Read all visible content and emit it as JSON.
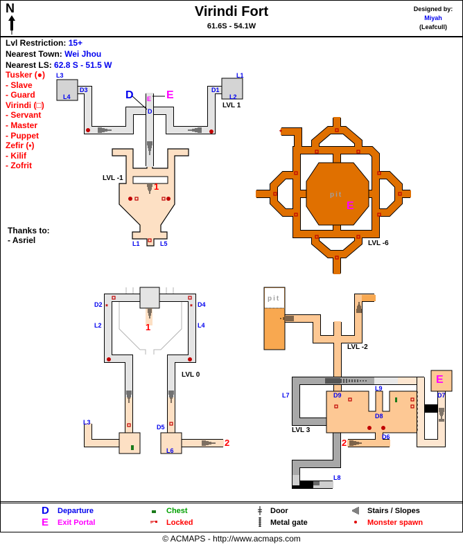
{
  "header": {
    "north": "N",
    "title": "Virindi Fort",
    "coords": "61.6S - 54.1W",
    "designed_by_label": "Designed by:",
    "designer": "Miyah",
    "designer_alias": "(Leafcull)"
  },
  "info": {
    "lvl_label": "Lvl Restriction:",
    "lvl_value": "15+",
    "town_label": "Nearest Town:",
    "town_value": "Wei Jhou",
    "ls_label": "Nearest LS:",
    "ls_value": "62.8 S - 51.5 W"
  },
  "creatures": [
    "Tusker (●)",
    " - Slave",
    " - Guard",
    "Virindi (□)",
    " - Servant",
    " - Master",
    " - Puppet",
    "Zefir (•)",
    " - Kilif",
    " - Zofrit"
  ],
  "thanks": {
    "title": "Thanks to:",
    "names": [
      " - Asriel"
    ]
  },
  "map": {
    "labels": [
      "L3",
      "L4",
      "D3",
      "L1",
      "L2",
      "D1",
      "LVL 1",
      "D",
      "E",
      "E",
      "D",
      "LVL -1",
      "1",
      "L1",
      "L5",
      "pit",
      "E",
      "LVL -6",
      "D2",
      "L2",
      "D4",
      "L4",
      "1",
      "LVL 0",
      "L3",
      "D5",
      "L6",
      "2",
      "pit",
      "LVL -2",
      "L7",
      "D9",
      "L9",
      "D8",
      "D6",
      "D7",
      "E",
      "LVL 3",
      "2",
      "L8"
    ]
  },
  "legend": {
    "departure": {
      "symbol": "D",
      "label": "Departure"
    },
    "exit": {
      "symbol": "E",
      "label": "Exit Portal"
    },
    "chest": "Chest",
    "locked": "Locked",
    "door": "Door",
    "metal_gate": "Metal gate",
    "stairs": "Stairs / Slopes",
    "spawn": "Monster spawn"
  },
  "footer": "© ACMAPS - http://www.acmaps.com",
  "colors": {
    "corridor_gray": "#e4e4e4",
    "peach": "#fde0c4",
    "orange_lvl6": "#e07000",
    "peach_lvl2": "#fdc894",
    "gray_lvl3": "#a8a8a8",
    "blue": "#0000ee",
    "magenta": "#ff00ff",
    "red": "#ff0000"
  }
}
